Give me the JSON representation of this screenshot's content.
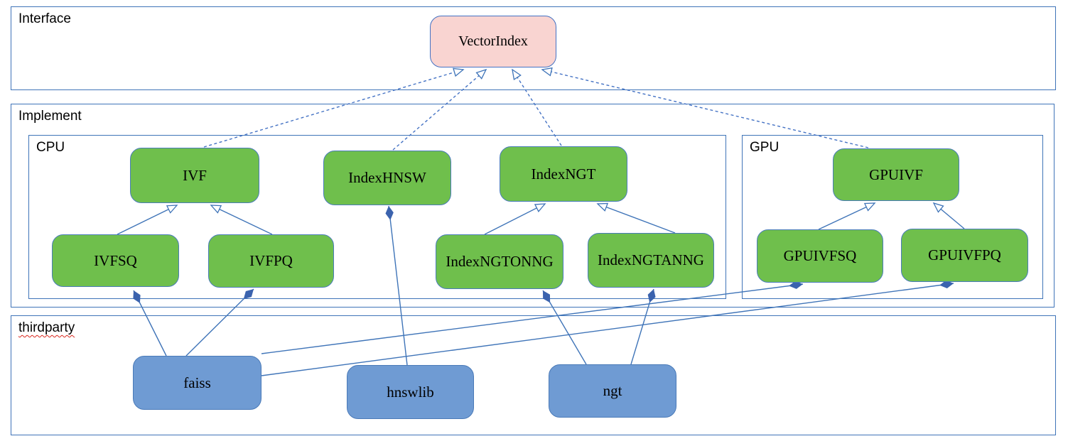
{
  "containers": {
    "interface": {
      "label": "Interface"
    },
    "implement": {
      "label": "Implement"
    },
    "cpu": {
      "label": "CPU"
    },
    "gpu": {
      "label": "GPU"
    },
    "thirdparty": {
      "label": "thirdparty"
    }
  },
  "nodes": {
    "vectorindex": {
      "label": "VectorIndex",
      "kind": "interface",
      "container": "interface"
    },
    "ivf": {
      "label": "IVF",
      "kind": "class",
      "container": "cpu"
    },
    "indexhnsw": {
      "label": "IndexHNSW",
      "kind": "class",
      "container": "cpu"
    },
    "indexngt": {
      "label": "IndexNGT",
      "kind": "class",
      "container": "cpu"
    },
    "ivfsq": {
      "label": "IVFSQ",
      "kind": "class",
      "container": "cpu"
    },
    "ivfpq": {
      "label": "IVFPQ",
      "kind": "class",
      "container": "cpu"
    },
    "indexngtonng": {
      "label": "IndexNGTONNG",
      "kind": "class",
      "container": "cpu"
    },
    "indexngtanng": {
      "label": "IndexNGTANNG",
      "kind": "class",
      "container": "cpu"
    },
    "gpuivf": {
      "label": "GPUIVF",
      "kind": "class",
      "container": "gpu"
    },
    "gpuivfsq": {
      "label": "GPUIVFSQ",
      "kind": "class",
      "container": "gpu"
    },
    "gpuivfpq": {
      "label": "GPUIVFPQ",
      "kind": "class",
      "container": "gpu"
    },
    "faiss": {
      "label": "faiss",
      "kind": "library",
      "container": "thirdparty"
    },
    "hnswlib": {
      "label": "hnswlib",
      "kind": "library",
      "container": "thirdparty"
    },
    "ngt": {
      "label": "ngt",
      "kind": "library",
      "container": "thirdparty"
    }
  },
  "edges": [
    {
      "from": "ivf",
      "to": "vectorindex",
      "type": "realization-dashed-hollow-arrow"
    },
    {
      "from": "indexhnsw",
      "to": "vectorindex",
      "type": "realization-dashed-hollow-arrow"
    },
    {
      "from": "indexngt",
      "to": "vectorindex",
      "type": "realization-dashed-hollow-arrow"
    },
    {
      "from": "gpuivf",
      "to": "vectorindex",
      "type": "realization-dashed-hollow-arrow"
    },
    {
      "from": "ivfsq",
      "to": "ivf",
      "type": "generalization-hollow-arrow"
    },
    {
      "from": "ivfpq",
      "to": "ivf",
      "type": "generalization-hollow-arrow"
    },
    {
      "from": "indexngtonng",
      "to": "indexngt",
      "type": "generalization-hollow-arrow"
    },
    {
      "from": "indexngtanng",
      "to": "indexngt",
      "type": "generalization-hollow-arrow"
    },
    {
      "from": "gpuivfsq",
      "to": "gpuivf",
      "type": "generalization-hollow-arrow"
    },
    {
      "from": "gpuivfpq",
      "to": "gpuivf",
      "type": "generalization-hollow-arrow"
    },
    {
      "from": "ivfsq",
      "to": "faiss",
      "type": "composition-filled-diamond"
    },
    {
      "from": "ivfpq",
      "to": "faiss",
      "type": "composition-filled-diamond"
    },
    {
      "from": "gpuivfsq",
      "to": "faiss",
      "type": "composition-filled-diamond"
    },
    {
      "from": "gpuivfpq",
      "to": "faiss",
      "type": "composition-filled-diamond"
    },
    {
      "from": "indexhnsw",
      "to": "hnswlib",
      "type": "composition-filled-diamond"
    },
    {
      "from": "indexngtonng",
      "to": "ngt",
      "type": "composition-filled-diamond"
    },
    {
      "from": "indexngtanng",
      "to": "ngt",
      "type": "composition-filled-diamond"
    }
  ],
  "colors": {
    "line_blue": "#3f74b8",
    "container_border": "#3f74b8",
    "class_fill_green": "#6fbf4c",
    "interface_fill_pink": "#f9d4d1",
    "library_fill_blue": "#6f9bd3",
    "diamond_fill": "#3b63ae",
    "spellcheck_underline_red": "#d9261c",
    "text": "#000000",
    "background": "#ffffff"
  }
}
